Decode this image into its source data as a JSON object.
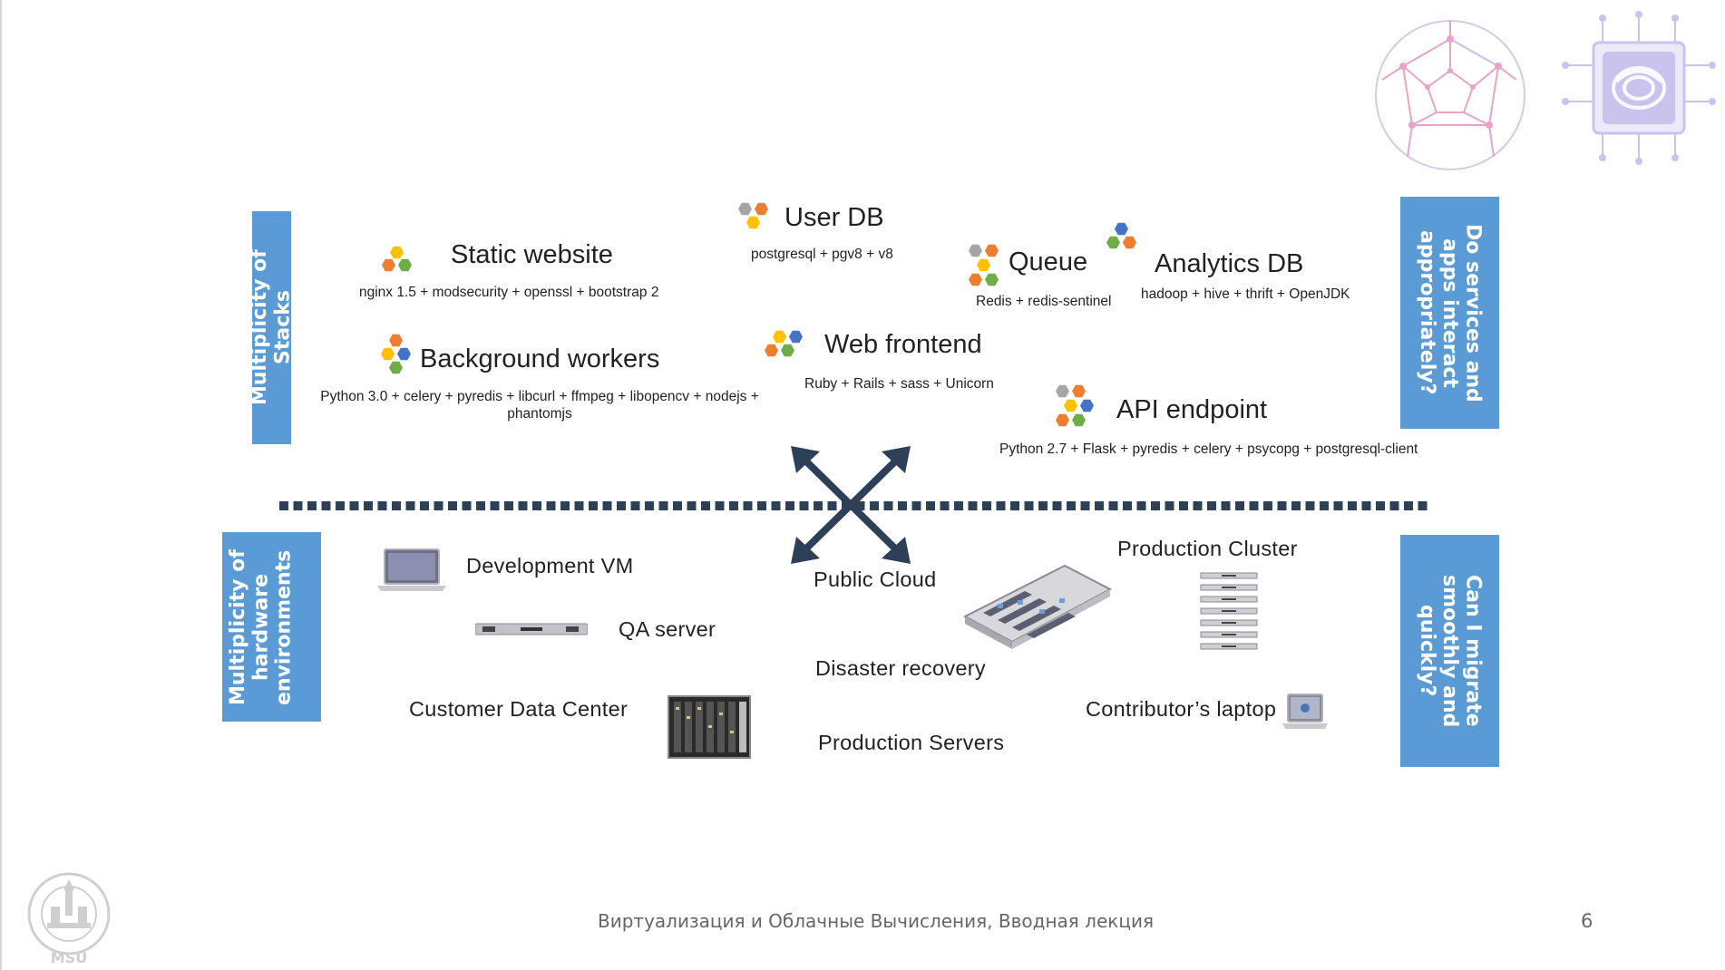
{
  "colors": {
    "accent_blue": "#5b9bd5",
    "arrow_dark": "#2e4057",
    "hex_orange": "#ed7d31",
    "hex_yellow": "#ffc000",
    "hex_green": "#70ad47",
    "hex_blue": "#4472c4",
    "hex_gray": "#a5a5a5",
    "deco_pink": "#e8a3c9",
    "deco_lavender": "#c9c3ee"
  },
  "side_labels": {
    "stacks": "Multiplicity of Stacks",
    "hardware": "Multiplicity of hardware environments",
    "question_interact": "Do services and apps interact appropriately?",
    "question_migrate": "Can I migrate smoothly and quickly?"
  },
  "stacks": [
    {
      "title": "Static website",
      "components": "nginx 1.5 + modsecurity + openssl + bootstrap 2"
    },
    {
      "title": "User DB",
      "components": "postgresql + pgv8 + v8"
    },
    {
      "title": "Queue",
      "components": "Redis + redis-sentinel"
    },
    {
      "title": "Analytics DB",
      "components": "hadoop + hive + thrift + OpenJDK"
    },
    {
      "title": "Background workers",
      "components": "Python 3.0 + celery + pyredis + libcurl + ffmpeg + libopencv + nodejs + phantomjs"
    },
    {
      "title": "Web frontend",
      "components": "Ruby + Rails + sass + Unicorn"
    },
    {
      "title": "API endpoint",
      "components": "Python 2.7 + Flask + pyredis + celery + psycopg + postgresql-client"
    }
  ],
  "environments": [
    {
      "label": "Development VM",
      "icon": "laptop-icon"
    },
    {
      "label": "QA server",
      "icon": "rack-server-icon"
    },
    {
      "label": "Customer Data Center",
      "icon": "blade-server-icon"
    },
    {
      "label": "Public Cloud",
      "icon": ""
    },
    {
      "label": "Disaster recovery",
      "icon": ""
    },
    {
      "label": "Production Servers",
      "icon": ""
    },
    {
      "label": "Production Cluster",
      "icon": "server-stack-icon"
    },
    {
      "label": "Contributor’s laptop",
      "icon": "laptop-icon"
    }
  ],
  "footer": {
    "text": "Виртуализация и Облачные Вычисления, Вводная лекция",
    "page": "6",
    "logo_text": "MSU"
  }
}
